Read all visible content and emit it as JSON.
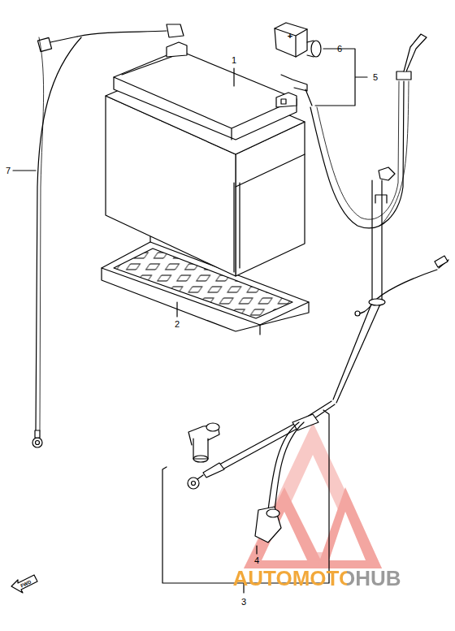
{
  "diagram": {
    "labels": [
      "1",
      "2",
      "3",
      "4",
      "5",
      "6",
      "7",
      "+",
      "FWD",
      "AUTOMOTOHUB"
    ]
  }
}
